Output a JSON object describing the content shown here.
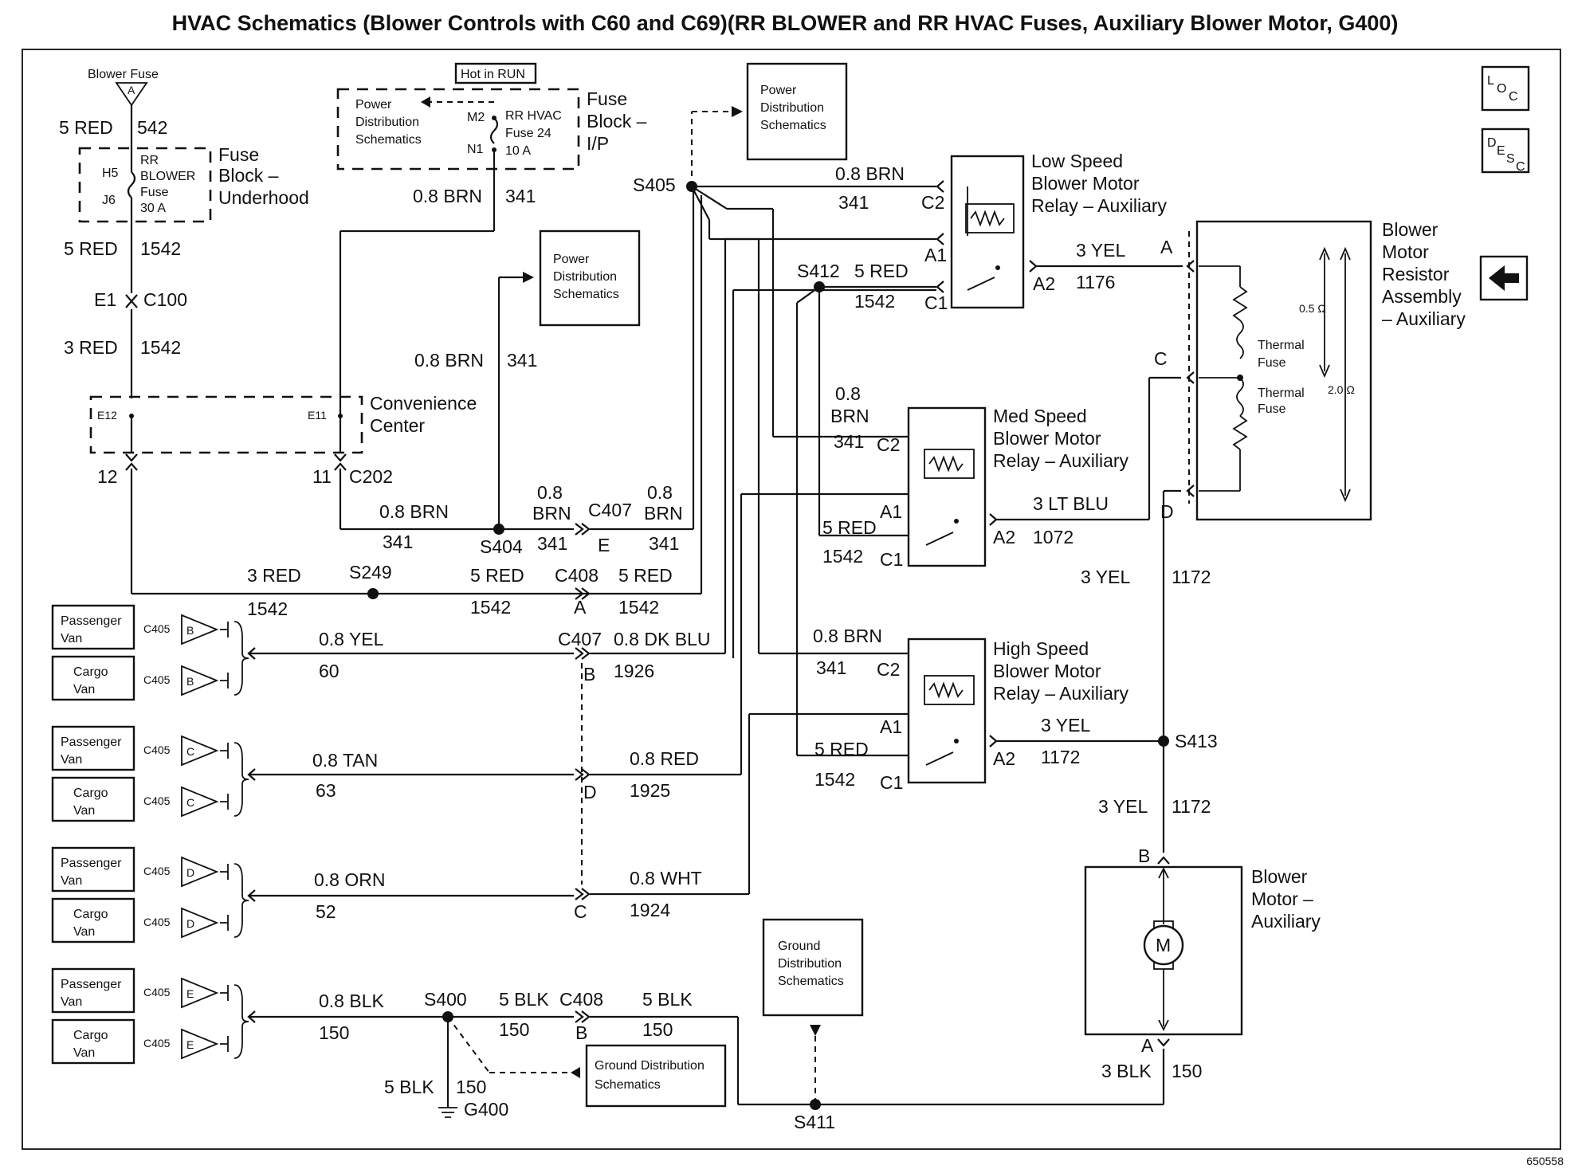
{
  "title": "HVAC Schematics (Blower Controls with C60 and C69)(RR BLOWER and RR HVAC Fuses, Auxiliary Blower Motor, G400)",
  "figure_id": "650558",
  "nav": {
    "loc": "LOC",
    "desc": "DESC"
  },
  "fuses": {
    "blower_fuse": "Blower Fuse",
    "blower_fuse_pin": "A",
    "underhood_label": [
      "Fuse",
      "Block –",
      "Underhood"
    ],
    "rr_blower": [
      "RR",
      "BLOWER",
      "Fuse",
      "30 A"
    ],
    "h5": "H5",
    "j6": "J6",
    "hot_in_run": "Hot in RUN",
    "ip_label": [
      "Fuse",
      "Block –",
      "I/P"
    ],
    "rr_hvac": [
      "RR HVAC",
      "Fuse 24",
      "10 A"
    ],
    "m2": "M2",
    "n1": "N1"
  },
  "boxes": {
    "pds1": [
      "Power",
      "Distribution",
      "Schematics"
    ],
    "pds2": [
      "Power",
      "Distribution",
      "Schematics"
    ],
    "pds3": [
      "Power",
      "Distribution",
      "Schematics"
    ],
    "gds1": [
      "Ground",
      "Distribution",
      "Schematics"
    ],
    "gds2": [
      "Ground Distribution",
      "Schematics"
    ],
    "conv": [
      "Convenience",
      "Center"
    ],
    "e12": "E12",
    "e11": "E11"
  },
  "wires": {
    "w5red": "5 RED",
    "w542": "542",
    "w5red_b": "5 RED",
    "w1542_a": "1542",
    "e1": "E1",
    "c100": "C100",
    "w3red": "3 RED",
    "w1542_b": "1542",
    "pin12": "12",
    "pin11": "11",
    "c202": "C202",
    "brn341_a": "0.8 BRN",
    "n341_a": "341",
    "brn341_b": "0.8 BRN",
    "n341_b": "341",
    "brn341_c": "0.8 BRN",
    "n341_c": "341",
    "s404": "S404",
    "brn_c407_1": "0.8",
    "brn_c407_2": "BRN",
    "n341_d": "341",
    "c407": "C407",
    "pinE": "E",
    "brn_e_1": "0.8",
    "brn_e_2": "BRN",
    "n341_e": "341",
    "red3_s249": "3 RED",
    "s249": "S249",
    "n1542_c": "1542",
    "red5_c408": "5 RED",
    "n1542_d": "1542",
    "c408": "C408",
    "pinA": "A",
    "red5_e": "5 RED",
    "n1542_e": "1542",
    "s405": "S405",
    "yel60": "0.8 YEL",
    "n60": "60",
    "c407_b": "C407",
    "pinB": "B",
    "dkblu": "0.8 DK BLU",
    "n1926": "1926",
    "tan63": "0.8 TAN",
    "n63": "63",
    "pinD": "D",
    "red1925": "0.8 RED",
    "n1925": "1925",
    "orn52": "0.8 ORN",
    "n52": "52",
    "pinC": "C",
    "wht1924": "0.8 WHT",
    "n1924": "1924",
    "blk150": "0.8 BLK",
    "n150_a": "150",
    "s400": "S400",
    "blk5_c408": "5 BLK",
    "n150_b": "150",
    "c408_b": "C408",
    "pinB2": "B",
    "blk5_e": "5 BLK",
    "n150_c": "150",
    "blk5_g": "5 BLK",
    "n150_g": "150",
    "g400": "G400",
    "s411": "S411",
    "blk3": "3 BLK",
    "n150_m": "150"
  },
  "connectors": {
    "passenger": [
      "Passenger",
      "Van"
    ],
    "cargo": [
      "Cargo",
      "Van"
    ],
    "c405": "C405",
    "pins": [
      "B",
      "C",
      "D",
      "E"
    ]
  },
  "relays": {
    "low": {
      "label": [
        "Low Speed",
        "Blower Motor",
        "Relay – Auxiliary"
      ],
      "brn": "0.8 BRN",
      "n341": "341",
      "c2": "C2",
      "a1": "A1",
      "c1": "C1",
      "s412": "S412",
      "red": "5 RED",
      "n1542": "1542",
      "a2": "A2",
      "yel": "3 YEL",
      "n1176": "1176"
    },
    "med": {
      "label": [
        "Med Speed",
        "Blower Motor",
        "Relay – Auxiliary"
      ],
      "brn1": "0.8",
      "brn2": "BRN",
      "n341": "341",
      "c2": "C2",
      "a1": "A1",
      "c1": "C1",
      "red": "5 RED",
      "n1542": "1542",
      "a2": "A2",
      "ltblu": "3 LT BLU",
      "n1072": "1072"
    },
    "high": {
      "label": [
        "High Speed",
        "Blower Motor",
        "Relay – Auxiliary"
      ],
      "brn": "0.8 BRN",
      "n341": "341",
      "c2": "C2",
      "a1": "A1",
      "c1": "C1",
      "red": "5 RED",
      "n1542": "1542",
      "a2": "A2",
      "yel": "3 YEL",
      "n1172": "1172"
    }
  },
  "resistor": {
    "label": [
      "Blower",
      "Motor",
      "Resistor",
      "Assembly",
      "– Auxiliary"
    ],
    "thermal1": [
      "Thermal",
      "Fuse"
    ],
    "thermal2": [
      "Thermal",
      "Fuse"
    ],
    "ohm_a": "0.5 Ω",
    "ohm_b": "2.0 Ω",
    "pinA": "A",
    "pinC": "C",
    "pinD": "D",
    "yel1172": "3 YEL",
    "n1172": "1172",
    "s413": "S413",
    "yel1172_b": "3 YEL",
    "n1172_b": "1172"
  },
  "motor": {
    "label": [
      "Blower",
      "Motor –",
      "Auxiliary"
    ],
    "m": "M",
    "pinB": "B",
    "pinA": "A"
  }
}
